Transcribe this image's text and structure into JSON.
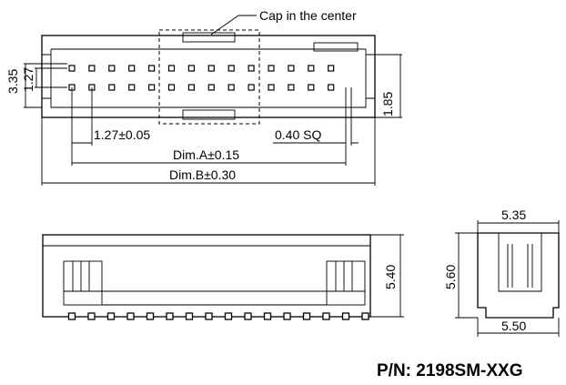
{
  "labels": {
    "cap_callout": "Cap in the center",
    "dim_335": "3.35",
    "dim_127_vertical": "1.27",
    "dim_185": "1.85",
    "pitch": "1.27±0.05",
    "pin_size": "0.40 SQ",
    "dim_a": "Dim.A±0.15",
    "dim_b": "Dim.B±0.30",
    "height_540": "5.40",
    "side_top_width": "5.35",
    "side_height": "5.60",
    "side_bottom_width": "5.50"
  },
  "part_number": "P/N: 2198SM-XXG",
  "pins": {
    "rows": 2,
    "columns": 14
  },
  "feet_count": 16
}
